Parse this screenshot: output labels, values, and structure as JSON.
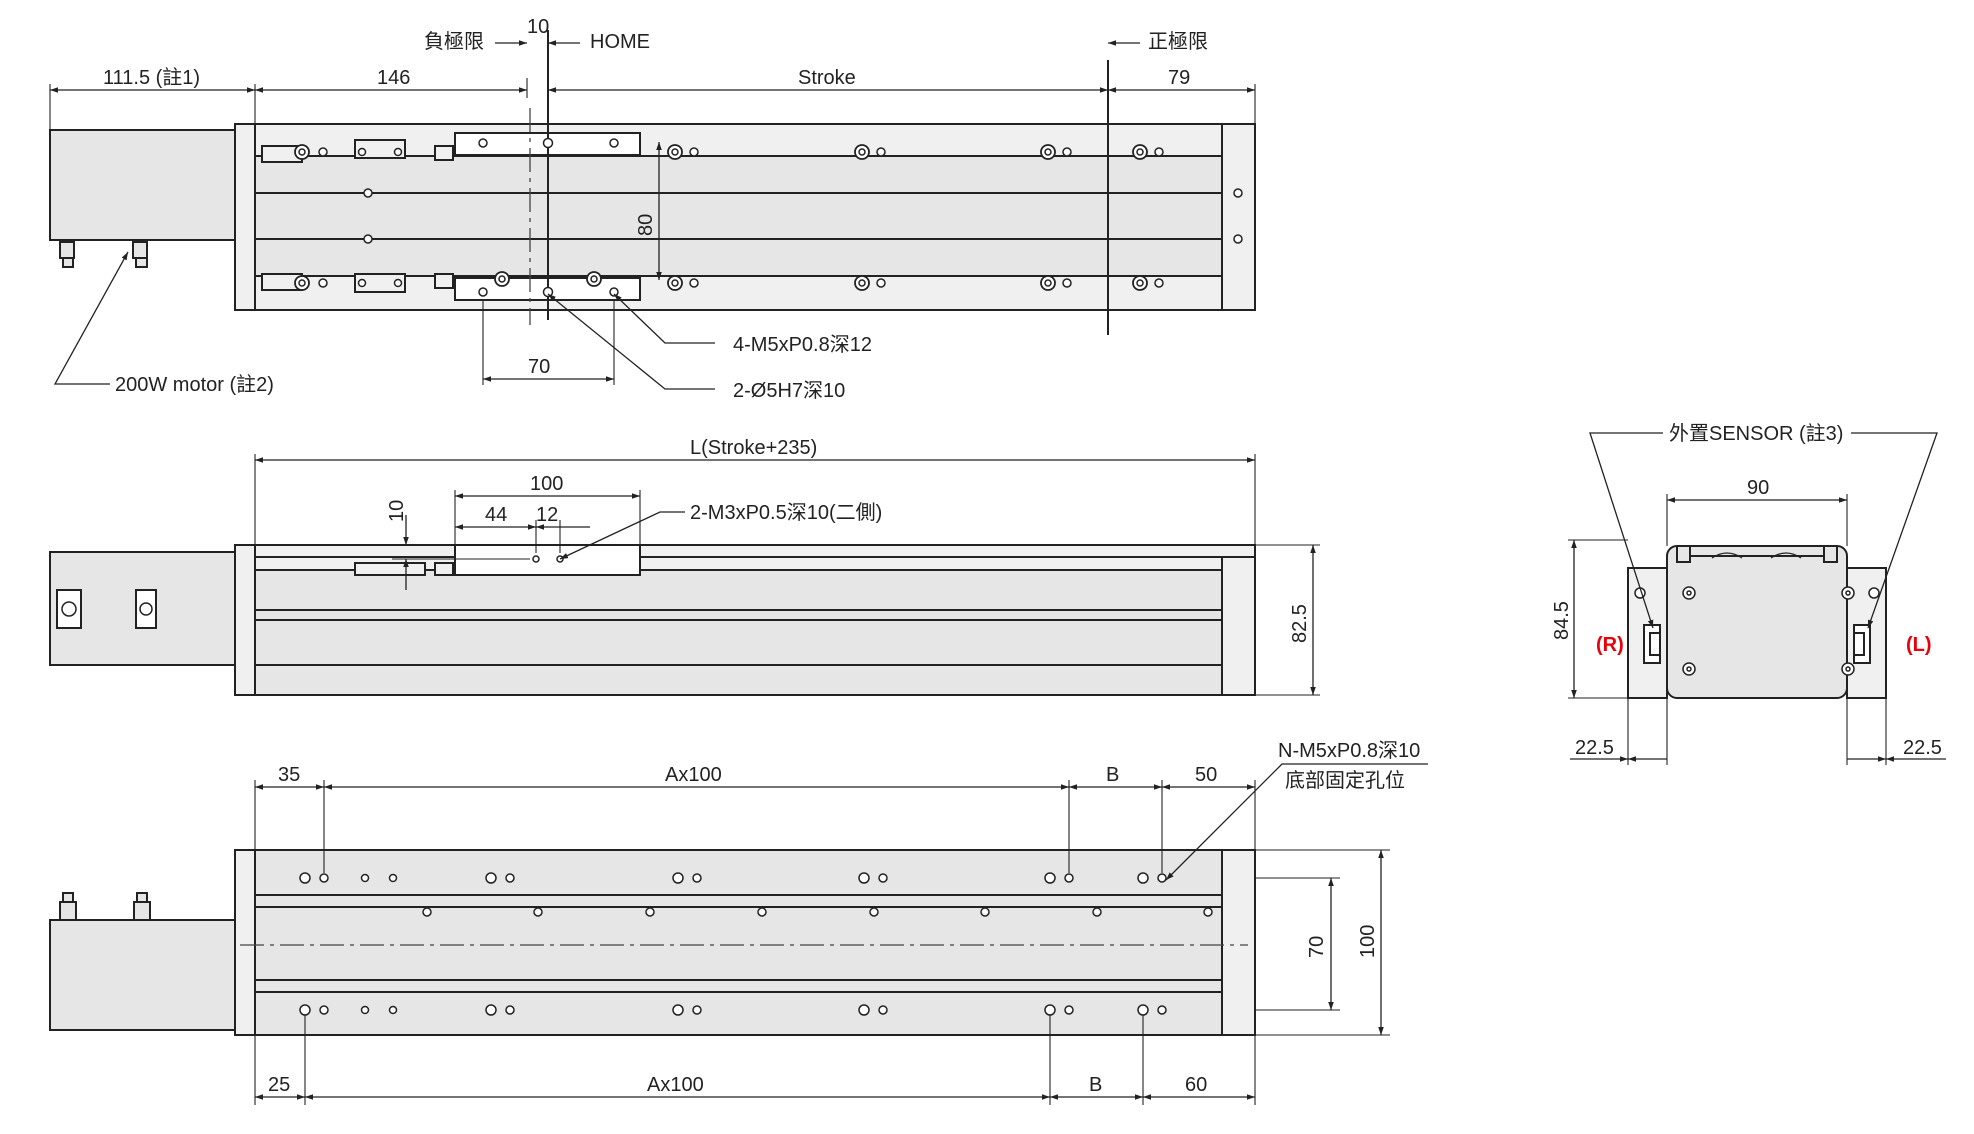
{
  "top_view": {
    "dim_motor": "111.5 (註1)",
    "dim_146": "146",
    "dim_stroke": "Stroke",
    "dim_79": "79",
    "dim_10": "10",
    "label_neg_limit": "負極限",
    "label_home": "HOME",
    "label_pos_limit": "正極限",
    "dim_80": "80",
    "dim_70": "70",
    "callout_tap": "4-M5xP0.8深12",
    "callout_pin": "2-Ø5H7深10",
    "callout_motor": "200W motor (註2)"
  },
  "side_view": {
    "dim_length": "L(Stroke+235)",
    "dim_100": "100",
    "dim_44": "44",
    "dim_12": "12",
    "dim_10": "10",
    "callout_side_tap": "2-M3xP0.5深10(二側)",
    "dim_82_5": "82.5"
  },
  "bottom_view": {
    "dim_35": "35",
    "dim_a100_top": "Ax100",
    "dim_b_top": "B",
    "dim_50": "50",
    "callout_base_line1": "N-M5xP0.8深10",
    "callout_base_line2": "底部固定孔位",
    "dim_70": "70",
    "dim_100": "100",
    "dim_25": "25",
    "dim_a100_bottom": "Ax100",
    "dim_b_bottom": "B",
    "dim_60": "60"
  },
  "end_view": {
    "sensor_label": "外置SENSOR (註3)",
    "dim_90": "90",
    "dim_84_5": "84.5",
    "label_r": "(R)",
    "label_l": "(L)",
    "dim_22_5_left": "22.5",
    "dim_22_5_right": "22.5",
    "label_color": "#e8000b"
  }
}
